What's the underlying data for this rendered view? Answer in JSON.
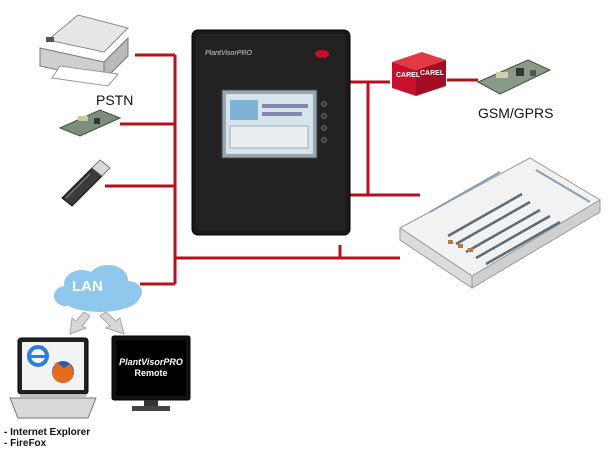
{
  "labels": {
    "pstn": "PSTN",
    "gsm_gprs": "GSM/GPRS",
    "lan": "LAN"
  },
  "browsers": [
    "- Internet Explorer",
    "- FireFox"
  ],
  "remote_screen": {
    "title": "PlantVisorPRO",
    "subtitle": "Remote"
  },
  "carel_logo": "CAREL",
  "device_logo": "PlantVisorPRO",
  "colors": {
    "connector": "#b5121b",
    "carel_red": "#c8102e",
    "device_body": "#1a1a1a",
    "cloud": "#8fc8ec"
  }
}
